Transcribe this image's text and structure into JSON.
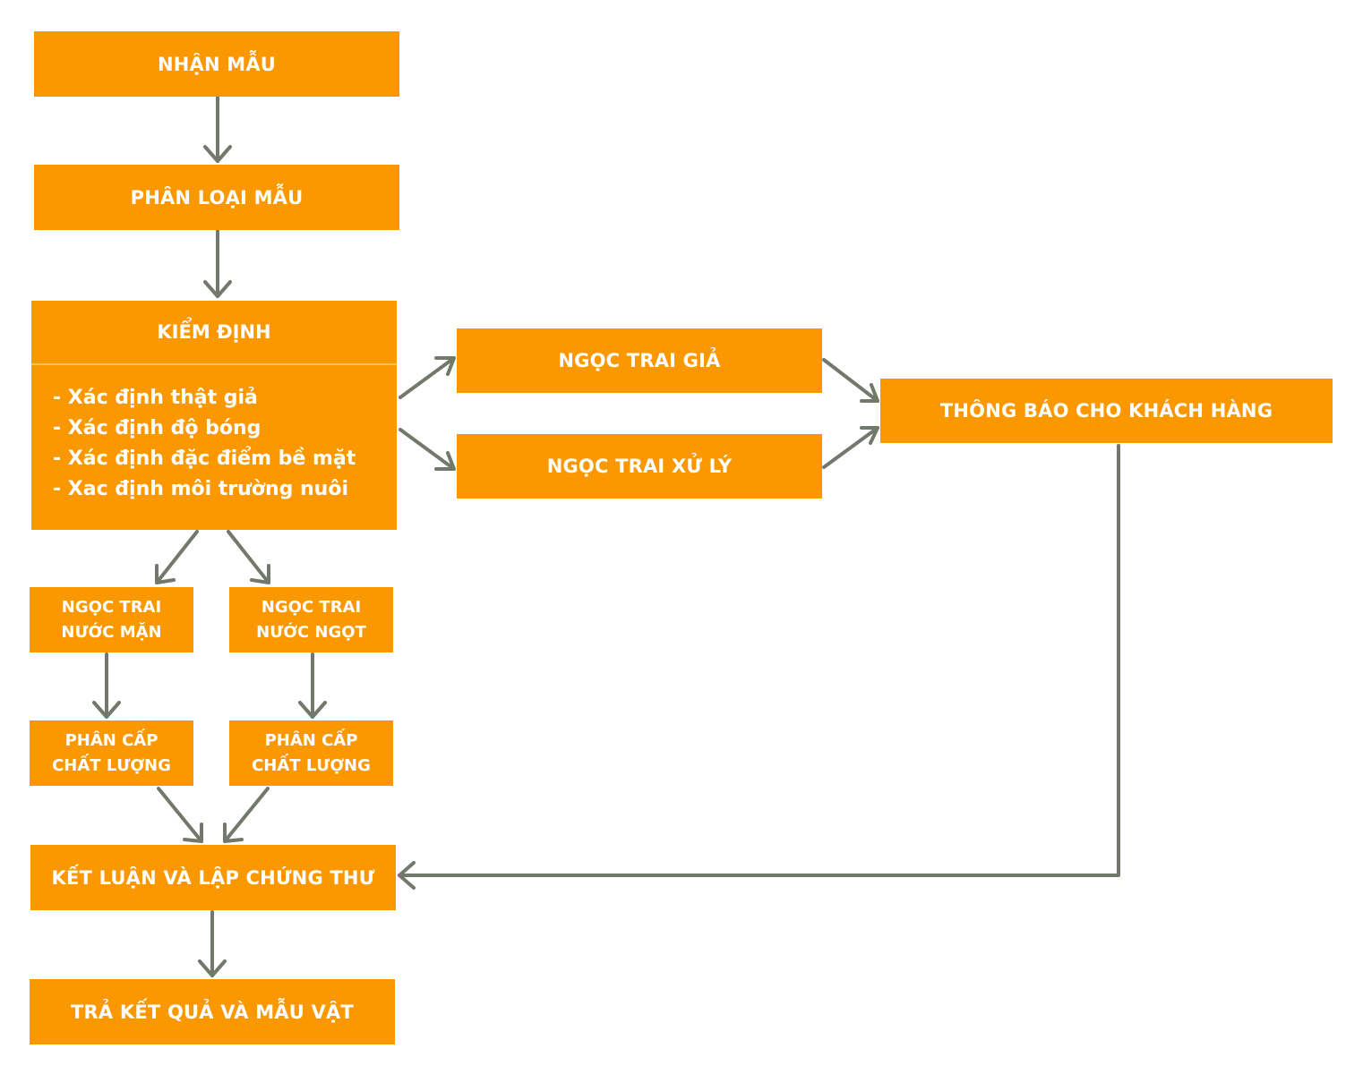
{
  "nodes": {
    "receive": "NHẬN MẪU",
    "classify": "PHÂN LOẠI MẪU",
    "inspect": {
      "title": "KIỂM ĐỊNH",
      "items": [
        "- Xác định thật giả",
        "- Xác định độ bóng",
        "- Xác định đặc điểm bề mặt",
        "- Xac định môi trường nuôi"
      ]
    },
    "fake_pearl": "NGỌC TRAI GIẢ",
    "treated_pearl": "NGỌC TRAI XỬ LÝ",
    "notify_customer": "THÔNG BÁO CHO KHÁCH HÀNG",
    "saltwater": [
      "NGỌC TRAI",
      "NƯỚC MẶN"
    ],
    "freshwater": [
      "NGỌC TRAI",
      "NƯỚC NGỌT"
    ],
    "grade_salt": [
      "PHÂN CẤP",
      "CHẤT LƯỢNG"
    ],
    "grade_fresh": [
      "PHÂN CẤP",
      "CHẤT LƯỢNG"
    ],
    "conclude": "KẾT LUẬN VÀ LẬP CHỨNG THƯ",
    "return": "TRẢ KẾT QUẢ VÀ MẪU VẬT"
  },
  "colors": {
    "box_fill": "#fb9800",
    "box_text": "#ffffff",
    "arrow": "#72786b"
  }
}
